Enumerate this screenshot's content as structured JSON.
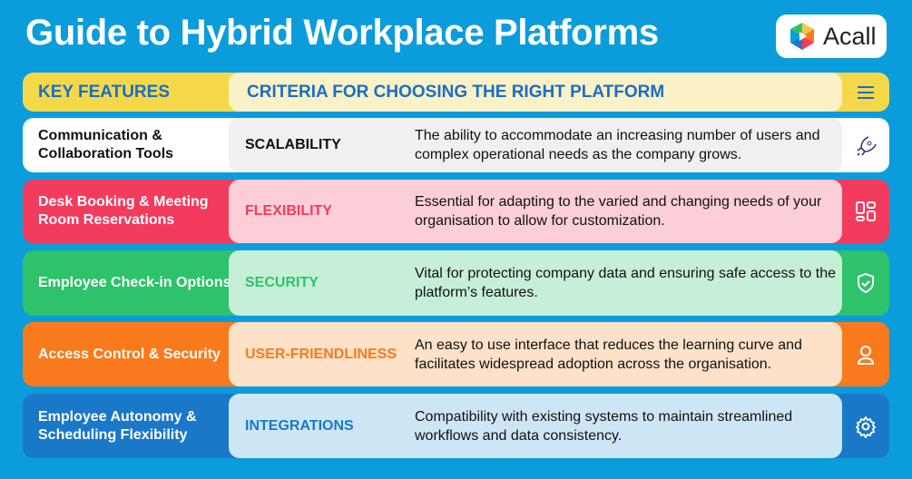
{
  "title": "Guide to Hybrid Workplace Platforms",
  "logo": "Acall",
  "header": {
    "left": "KEY FEATURES",
    "mid": "CRITERIA FOR CHOOSING THE RIGHT PLATFORM",
    "icon": "menu-icon"
  },
  "rows": [
    {
      "feature": "Communication & Collaboration Tools",
      "criterion": "SCALABILITY",
      "description": "The ability to accommodate an increasing number of users and complex operational needs as the company grows.",
      "icon": "rocket-icon",
      "color": "#ffffff",
      "light": "#f1eff1",
      "text": "#111111"
    },
    {
      "feature": "Desk Booking & Meeting Room Reservations",
      "criterion": "FLEXIBILITY",
      "description": "Essential for adapting to the varied and changing needs of your organisation to allow for customization.",
      "icon": "layout-icon",
      "color": "#f23b5d",
      "light": "#fccfd8",
      "text": "#f23b5d"
    },
    {
      "feature": "Employee Check-in Options",
      "criterion": "SECURITY",
      "description": "Vital for protecting company data and ensuring safe access to the platform’s features.",
      "icon": "shield-icon",
      "color": "#2ec26a",
      "light": "#c6efd7",
      "text": "#2ec26a"
    },
    {
      "feature": "Access Control & Security",
      "criterion": "USER-FRIENDLINESS",
      "description": "An easy to use interface that reduces the learning curve and facilitates widespread adoption across the organisation.",
      "icon": "user-icon",
      "color": "#f97a1d",
      "light": "#fde1c8",
      "text": "#f97a1d"
    },
    {
      "feature": "Employee Autonomy & Scheduling Flexibility",
      "criterion": "INTEGRATIONS",
      "description": "Compatibility with existing systems to maintain streamlined workflows and data consistency.",
      "icon": "gear-icon",
      "color": "#1a78c8",
      "light": "#cde6f5",
      "text": "#1a78c8"
    }
  ]
}
